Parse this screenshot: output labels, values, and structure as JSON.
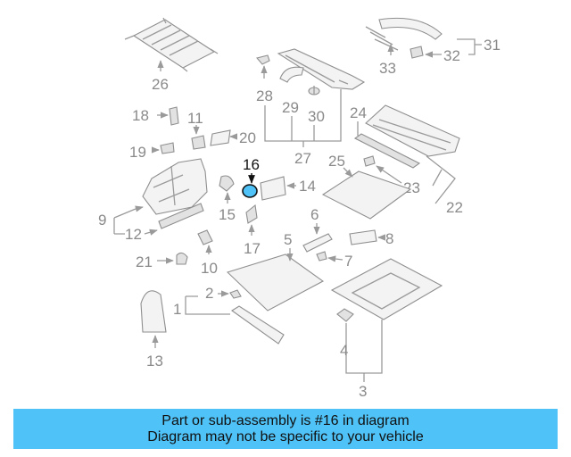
{
  "highlighted_part": "16",
  "labels": {
    "p1": "1",
    "p2": "2",
    "p3": "3",
    "p4": "4",
    "p5": "5",
    "p6": "6",
    "p7": "7",
    "p8": "8",
    "p9": "9",
    "p10": "10",
    "p11": "11",
    "p12": "12",
    "p13": "13",
    "p14": "14",
    "p15": "15",
    "p16": "16",
    "p17": "17",
    "p18": "18",
    "p19": "19",
    "p20": "20",
    "p21": "21",
    "p22": "22",
    "p23": "23",
    "p24": "24",
    "p25": "25",
    "p26": "26",
    "p27": "27",
    "p28": "28",
    "p29": "29",
    "p30": "30",
    "p31": "31",
    "p32": "32",
    "p33": "33"
  },
  "banner": {
    "line1": "Part or sub-assembly is #16 in diagram",
    "line2": "Diagram may not be specific to your vehicle"
  },
  "colors": {
    "banner_bg": "#4fc3f7",
    "highlight": "#4fc3f7",
    "part_gray": "#8a8a8a"
  }
}
